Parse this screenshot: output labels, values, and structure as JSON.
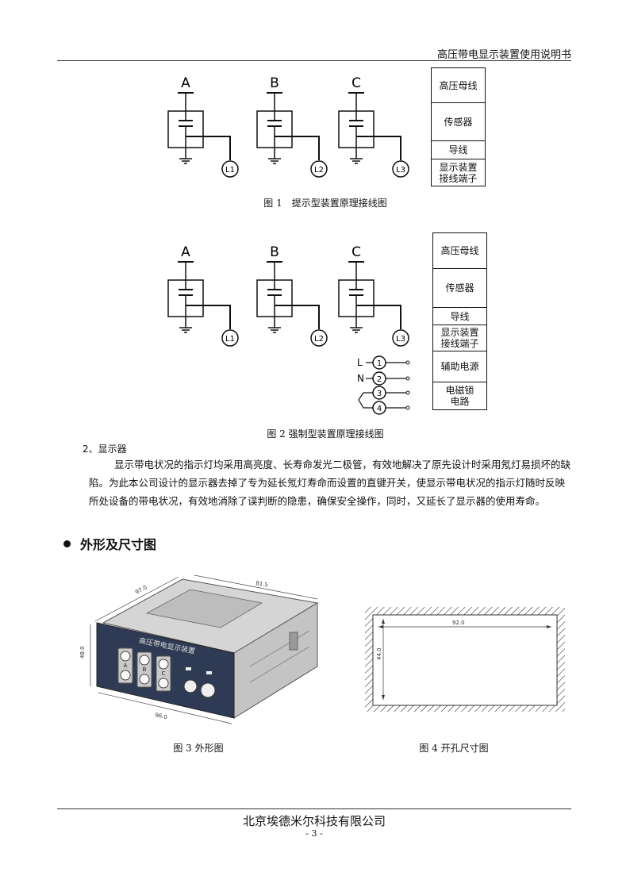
{
  "header": {
    "title": "高压带电显示装置使用说明书"
  },
  "figure1": {
    "phases": [
      "A",
      "B",
      "C"
    ],
    "terminals": [
      "L1",
      "L2",
      "L3"
    ],
    "legend": [
      "高压母线",
      "传感器",
      "导线",
      "显示装置\n接线端子"
    ],
    "caption": "图 1　提示型装置原理接线图"
  },
  "figure2": {
    "phases": [
      "A",
      "B",
      "C"
    ],
    "terminals": [
      "L1",
      "L2",
      "L3"
    ],
    "aux_labels": [
      "L",
      "N"
    ],
    "aux_terminals": [
      "1",
      "2",
      "3",
      "4"
    ],
    "legend": [
      "高压母线",
      "传感器",
      "导线",
      "显示装置\n接线端子",
      "辅助电源",
      "电磁锁\n电路"
    ],
    "caption": "图 2 强制型装置原理接线图"
  },
  "section": {
    "number": "2、显示器",
    "paragraph": "显示带电状况的指示灯均采用高亮度、长寿命发光二极管，有效地解决了原先设计时采用氖灯易损坏的缺陷。为此本公司设计的显示器去掉了专为延长氖灯寿命而设置的直键开关，使显示带电状况的指示灯随时反映所处设备的带电状况，有效地消除了误判断的隐患，确保安全操作，同时，又延长了显示器的使用寿命。"
  },
  "bullet": {
    "text": "外形及尺寸图"
  },
  "figure3": {
    "caption": "图 3 外形图",
    "device_label": "高压带电显示装置",
    "dims": [
      "97.0",
      "81.5",
      "48.0",
      "96.0"
    ],
    "lamps": [
      "A",
      "B",
      "C"
    ]
  },
  "figure4": {
    "caption": "图 4 开孔尺寸图",
    "dims": [
      "92.0",
      "44.0"
    ]
  },
  "footer": {
    "company": "北京埃德米尔科技有限公司",
    "page": "- 3 -"
  }
}
